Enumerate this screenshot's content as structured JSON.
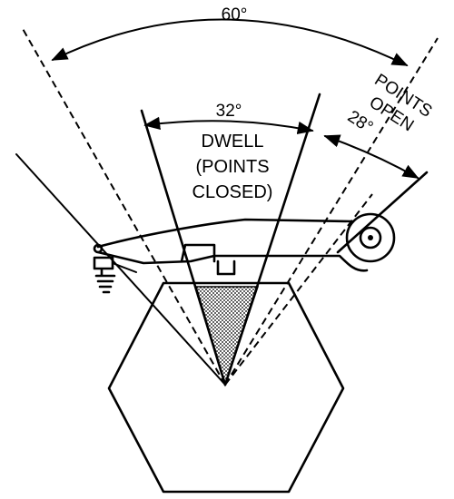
{
  "labels": {
    "total_angle": "60°",
    "dwell_angle": "32°",
    "dwell_line1": "DWELL",
    "dwell_line2": "(POINTS",
    "dwell_line3": "CLOSED)",
    "points_line1": "POINTS",
    "points_line2": "OPEN",
    "open_angle": "28°"
  },
  "colors": {
    "ink": "#000000",
    "shade": "#7a7a7a",
    "background": "#ffffff"
  }
}
